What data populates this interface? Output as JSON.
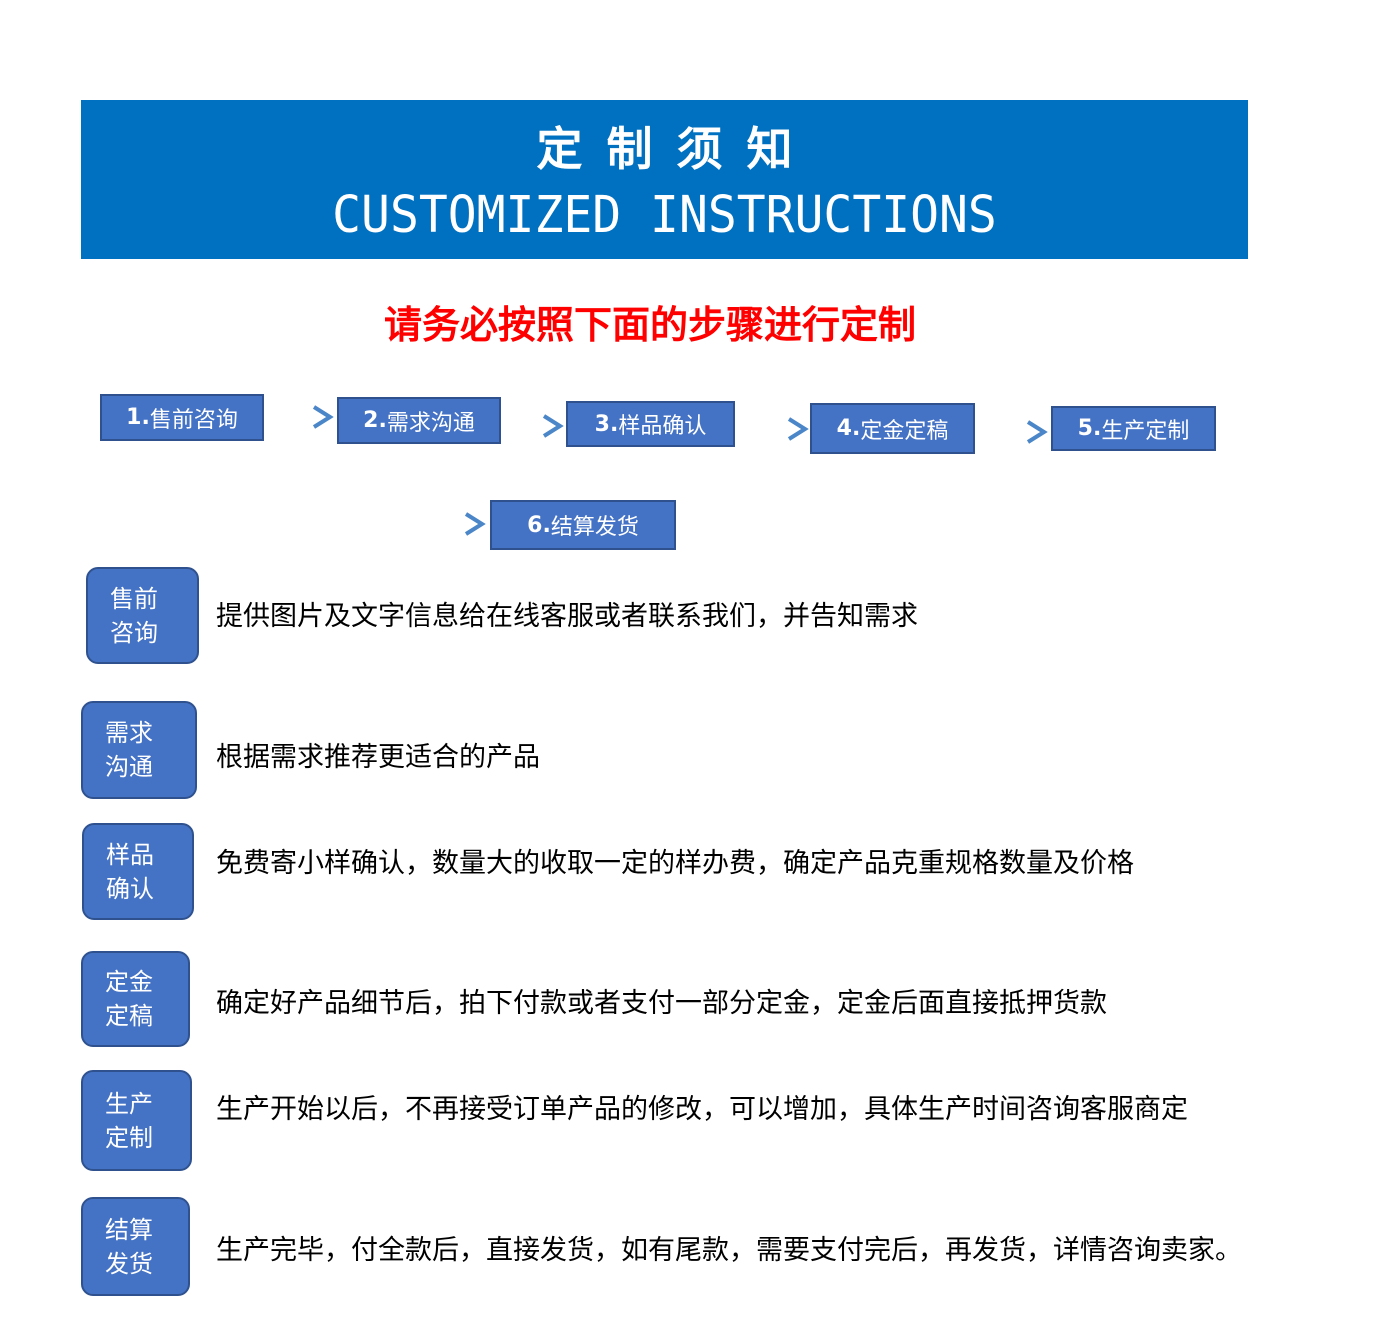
{
  "header": {
    "title_cn": "定制须知",
    "title_en": "CUSTOMIZED INSTRUCTIONS"
  },
  "notice": "请务必按照下面的步骤进行定制",
  "steps": [
    {
      "num": "1.",
      "label": "售前咨询"
    },
    {
      "num": "2.",
      "label": "需求沟通"
    },
    {
      "num": "3.",
      "label": "样品确认"
    },
    {
      "num": "4.",
      "label": "定金定稿"
    },
    {
      "num": "5.",
      "label": "生产定制"
    },
    {
      "num": "6.",
      "label": "结算发货"
    }
  ],
  "details": [
    {
      "line1": "售前",
      "line2": "咨询",
      "text": "提供图片及文字信息给在线客服或者联系我们，并告知需求"
    },
    {
      "line1": "需求",
      "line2": "沟通",
      "text": "根据需求推荐更适合的产品"
    },
    {
      "line1": "样品",
      "line2": "确认",
      "text": "免费寄小样确认，数量大的收取一定的样办费，确定产品克重规格数量及价格"
    },
    {
      "line1": "定金",
      "line2": "定稿",
      "text": "确定好产品细节后，拍下付款或者支付一部分定金，定金后面直接抵押货款"
    },
    {
      "line1": "生产",
      "line2": "定制",
      "text": "生产开始以后，不再接受订单产品的修改，可以增加，具体生产时间咨询客服商定"
    },
    {
      "line1": "结算",
      "line2": "发货",
      "text": "生产完毕，付全款后，直接发货，如有尾款，需要支付完后，再发货，详情咨询卖家。"
    }
  ],
  "colors": {
    "header_bg": "#0070c0",
    "box_fill": "#4472c4",
    "box_border": "#2f528f",
    "notice": "#ff0000",
    "arrow_start": "#3fc1a8",
    "arrow_end": "#4a86c8"
  }
}
